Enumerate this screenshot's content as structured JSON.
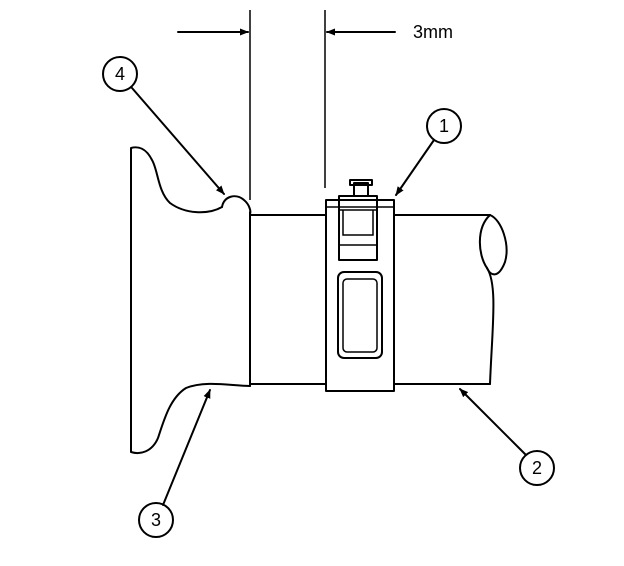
{
  "dimension": {
    "label": "3mm"
  },
  "callouts": [
    {
      "id": "1",
      "label": "1"
    },
    {
      "id": "2",
      "label": "2"
    },
    {
      "id": "3",
      "label": "3"
    },
    {
      "id": "4",
      "label": "4"
    }
  ]
}
